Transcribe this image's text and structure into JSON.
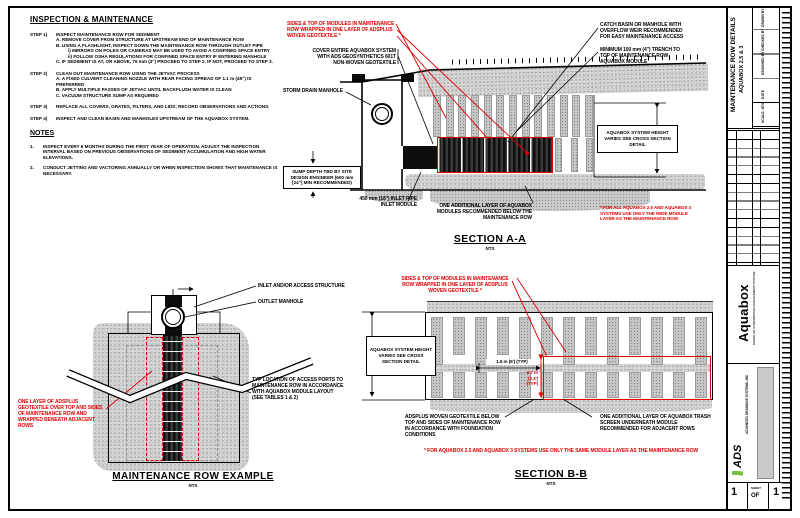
{
  "colors": {
    "red": "#e00000",
    "green": "#7ac143"
  },
  "notes_panel": {
    "title": "INSPECTION & MAINTENANCE",
    "step1": {
      "label": "STEP 1)",
      "text": "INSPECT MAINTENANCE ROW FOR SEDIMENT",
      "a": "A.  REMOVE COVER FROM STRUCTURE AT UPSTREAM END OF MAINTENANCE ROW",
      "b": "B.  USING A FLASHLIGHT, INSPECT DOWN THE MAINTENANCE ROW THROUGH OUTLET PIPE",
      "b_i": "i)  MIRRORS ON POLES OR CAMERAS MAY BE USED TO AVOID A CONFINED SPACE ENTRY",
      "b_ii": "ii) FOLLOW OSHA REGULATIONS FOR CONFINED SPACE ENTRY IF ENTERING MANHOLE",
      "c": "C.  IF SEDIMENT IS AT, OR ABOVE, 76 mm (3\") PROCEED TO STEP 2. IF NOT, PROCEED TO STEP 3."
    },
    "step2": {
      "label": "STEP 2)",
      "text": "CLEAN OUT MAINTENANCE ROW USING THE JETVAC PROCESS",
      "a": "A.  A FIXED CULVERT CLEANING NOZZLE WITH REAR FACING SPREAD OF 1.1 m (45\") IS PREFERRED",
      "b": "B.  APPLY MULTIPLE PASSES OF JETVAC UNTIL BACKFLUSH WATER IS CLEAN",
      "c": "C.  VACUUM STRUCTURE SUMP AS REQUIRED"
    },
    "step3": {
      "label": "STEP 3)",
      "text": "REPLACE ALL COVERS, GRATES, FILTERS, AND LIDS; RECORD OBSERVATIONS AND ACTIONS."
    },
    "step4": {
      "label": "STEP 4)",
      "text": "INSPECT AND CLEAN BASIN AND MANHOLES UPSTREAM OF THE AQUABOX SYSTEM."
    },
    "notes_title": "NOTES",
    "note1_num": "1.",
    "note1": "INSPECT EVERY 6 MONTHS DURING THE FIRST YEAR OF OPERATION. ADJUST THE INSPECTION INTERVAL BASED ON PREVIOUS OBSERVATIONS OF SEDIMENT ACCUMULATION AND HIGH WATER ELEVATIONS.",
    "note2_num": "2.",
    "note2": "CONDUCT JETTING AND VACTORING ANNUALLY OR WHEN INSPECTION SHOWS THAT MAINTENANCE IS NECESSARY."
  },
  "section_a": {
    "red_wrap": "SIDES & TOP OF MODULES IN MAINTENANCE ROW WRAPPED IN ONE LAYER OF ADSPLUS WOVEN GEOTEXTILE *",
    "cover_note": "COVER ENTIRE AQUABOX SYSTEM WITH ADS GEOSYNTHETICS 601T NON-WOVEN GEOTEXTILE",
    "basin_note": "CATCH BASIN OR MANHOLE WITH OVERFLOW WEIR RECOMMENDED FOR EASY MAINTENANCE ACCESS",
    "trench_note": "MINIMUM 100 mm (4\") TRENCH TO TOP OF MAINTENANCE ROW AQUABOX MODULE",
    "manhole_label": "STORM DRAIN MANHOLE",
    "sump_note": "SUMP DEPTH TBD BY SITE DESIGN ENGINEER (600 mm [24\"] MIN RECOMMENDED)",
    "height_note": "AQUABOX SYSTEM HEIGHT VARIES SEE CROSS SECTION DETAIL",
    "inlet_note_1": "450 mm (18\") INLET PIPE",
    "inlet_note_2": "INLET MODULE",
    "below_note": "ONE ADDITIONAL LAYER OF AQUABOX MODULES RECOMMENDED BELOW THE MAINTENANCE ROW",
    "star_note": "* FOR ALL AQUABOX 2.5 AND AQUABOX 3 SYSTEMS USE ONLY THE WIDE MODULE LAYER AS THE MAINTENANCE ROW",
    "title": "SECTION A-A",
    "scale": "NTS"
  },
  "example": {
    "inlet_label": "INLET AND/OR ACCESS STRUCTURE",
    "outlet_label": "OUTLET MANHOLE",
    "access_note": "TYP LOCATION OF ACCESS PORTS TO MAINTENANCE ROW IN ACCORDANCE WITH AQUABOX MODULE LAYOUT (SEE TABLES 1 & 2)",
    "red_note": "ONE LAYER OF ADSPLUS GEOTEXTILE OVER TOP AND SIDES OF MAINTENANCE ROW AND WRAPPED BENEATH ADJACENT ROWS",
    "title": "MAINTENANCE ROW EXAMPLE",
    "scale": "NTS"
  },
  "section_b": {
    "red_wrap": "SIDES & TOP OF MODULES IN MAINTENANCE ROW WRAPPED IN ONE LAYER OF ADSPLUS WOVEN GEOTEXTILE *",
    "height_note": "AQUABOX SYSTEM HEIGHT VARIES SEE CROSS SECTION DETAIL",
    "dim_w": "1.5 m (5') (TYP)",
    "dim_h1": "0.7 m",
    "dim_h2": "(2.3')",
    "dim_h3": "(TYP)",
    "geo_note": "ADSPLUS WOVEN GEOTEXTILE BELOW TOP AND SIDES OF MAINTENANCE ROW IN ACCORDANCE WITH FOUNDATION CONDITIONS",
    "layer_note": "ONE ADDITIONAL LAYER OF AQUABOX TRASH SCREEN UNDERNEATH MODULE RECOMMENDED FOR ADJACENT ROWS",
    "star_note": "* FOR AQUABOX 2.5 AND AQUABOX 3 SYSTEMS USE ONLY THE SAME MODULE LAYER AS THE MAINTENANCE ROW",
    "title": "SECTION B-B",
    "scale": "NTS"
  },
  "titleblock": {
    "sheet_title_1": "MAINTENANCE ROW DETAILS",
    "sheet_title_2": "AQUABOX 2.5 & 3",
    "fields": {
      "f1": "DRAWN BY",
      "f2": "CHECKED BY",
      "f3": "DESIGNED BY",
      "f4": "DATE",
      "f5": "SCALE: NTS"
    },
    "brand": "Aquabox",
    "brand_sub": "MODULAR STORMWATER MANAGEMENT SYSTEM",
    "ads": "ADS",
    "ads_sub": "ADVANCED DRAINAGE SYSTEMS, INC.",
    "sheet_label": "SHEET",
    "sheet_no": "1",
    "of": "OF",
    "sheet_total": "1"
  }
}
